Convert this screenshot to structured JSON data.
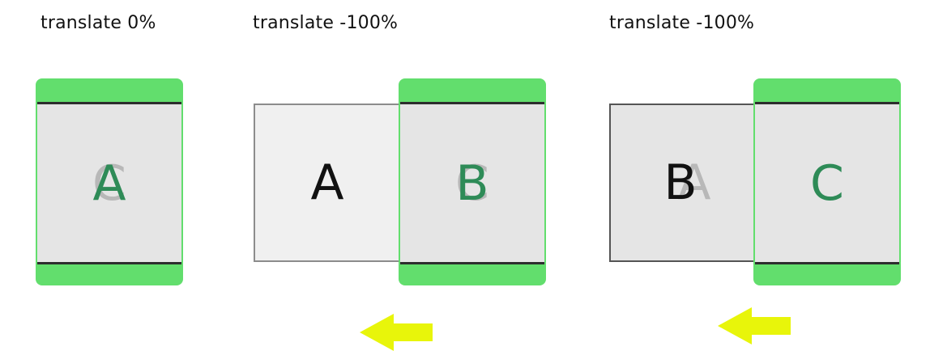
{
  "captions": [
    "translate 0%",
    "translate -100%",
    "translate -100%"
  ],
  "colors": {
    "frame": "#62de6d",
    "frame_inner": "#e5e5e5",
    "slide_bg": "#f0f0f0",
    "letter_active": "#2e8b57",
    "letter_plain": "#111111",
    "letter_ghost": "#b8b8b8",
    "arrow": "#e8f50a"
  },
  "panels": [
    {
      "ghost_letter": "C",
      "visible_letter": "A"
    },
    {
      "outside_letter": "A",
      "ghost_letter": "C",
      "visible_letter": "B"
    },
    {
      "outside_letter": "B",
      "outside_ghost": "A",
      "visible_letter": "C"
    }
  ],
  "arrows": [
    {
      "direction": "left",
      "icon": "arrow-left-icon"
    },
    {
      "direction": "left",
      "icon": "arrow-left-icon"
    }
  ]
}
